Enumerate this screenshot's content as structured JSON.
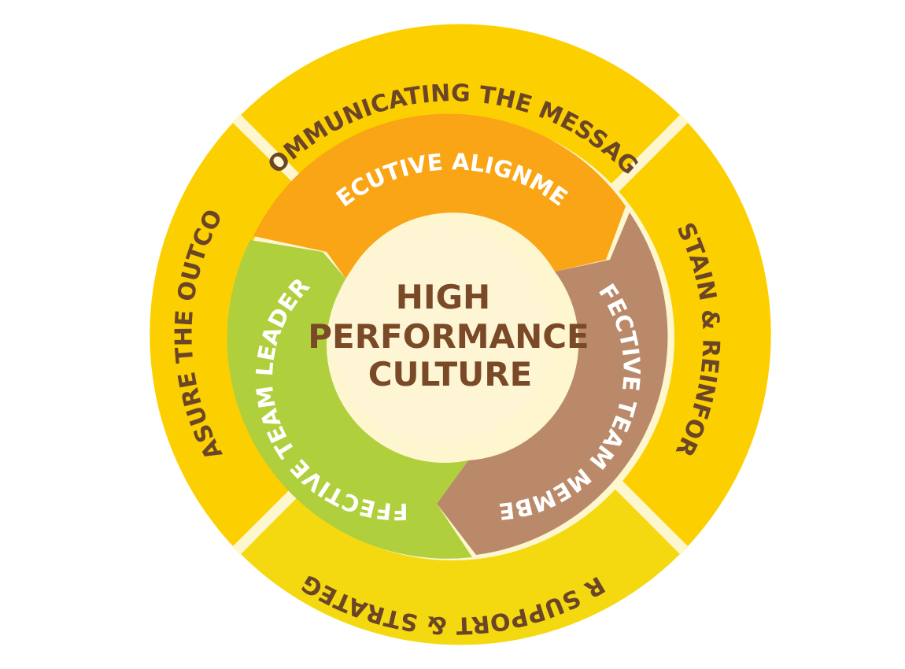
{
  "center": {
    "lines": [
      "HIGH",
      "PERFORMANCE",
      "CULTURE"
    ]
  },
  "inner_ring": [
    {
      "label": "EXECUTIVE ALIGNMENT",
      "color": "#f9a515"
    },
    {
      "label": "EFFECTIVE TEAM MEMBERS",
      "color": "#b9896a"
    },
    {
      "label": "EFFECTIVE TEAM LEADERS",
      "color": "#afcf3c"
    }
  ],
  "outer_ring": [
    {
      "label": "COMMUNICATING THE MESSAGE",
      "color": "#fcd000"
    },
    {
      "label": "SUSTAIN & REINFORCE",
      "color": "#fcd000"
    },
    {
      "label": "HR SUPPORT & STRATEGY",
      "color": "#f4d910"
    },
    {
      "label": "MEASURE THE OUTCOME",
      "color": "#fcd000"
    }
  ],
  "colors": {
    "outer_rim": "#fdf6cf",
    "outer_band": "#fbc80d",
    "center_fill": "#fdf5d3",
    "text_brown": "#6b4528"
  }
}
